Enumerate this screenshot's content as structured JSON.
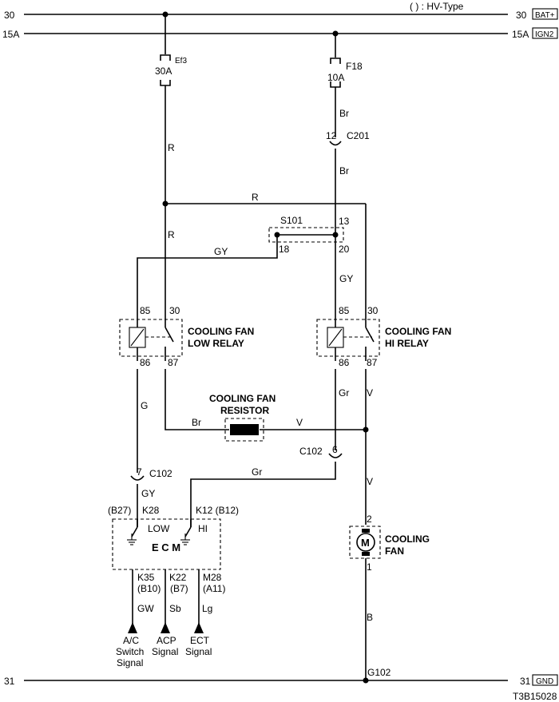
{
  "note": "(   ) : HV-Type",
  "rails": {
    "top": {
      "left": "30",
      "right": "30",
      "tag": "BAT+"
    },
    "ign": {
      "left": "15A",
      "right": "15A",
      "tag": "IGN2"
    },
    "ground": {
      "left": "31",
      "right": "31",
      "tag": "GND"
    }
  },
  "fuses": {
    "ef3": {
      "name": "Ef3",
      "rating": "30A"
    },
    "f18": {
      "name": "F18",
      "rating": "10A"
    }
  },
  "connectors": {
    "c201": {
      "name": "C201",
      "pin": "12"
    },
    "s101": {
      "name": "S101",
      "pins": [
        "13",
        "18",
        "20"
      ]
    },
    "c102_left": {
      "name": "C102",
      "pin": "7"
    },
    "c102_right": {
      "name": "C102",
      "pin": "6"
    },
    "g102": {
      "name": "G102"
    }
  },
  "wires": {
    "br": "Br",
    "r": "R",
    "gy": "GY",
    "g": "G",
    "gr": "Gr",
    "v": "V",
    "gw": "GW",
    "sb": "Sb",
    "lg": "Lg"
  },
  "low_relay": {
    "line1": "COOLING FAN",
    "line2": "LOW RELAY",
    "pins": [
      "85",
      "30",
      "86",
      "87"
    ]
  },
  "hi_relay": {
    "line1": "COOLING FAN",
    "line2": "HI RELAY",
    "pins": [
      "85",
      "30",
      "86",
      "87"
    ]
  },
  "resistor": {
    "line1": "COOLING FAN",
    "line2": "RESISTOR"
  },
  "fan": {
    "line1": "COOLING",
    "line2": "FAN",
    "symbol": "M",
    "pin_top": "2",
    "pin_bottom": "1"
  },
  "ecm": {
    "title": "E C M",
    "low": "LOW",
    "hi": "HI",
    "k28": "K28",
    "b27": "(B27)",
    "k12": "K12 (B12)",
    "pins_bottom": [
      {
        "pin": "K35",
        "alt": "(B10)"
      },
      {
        "pin": "K22",
        "alt": "(B7)"
      },
      {
        "pin": "M28",
        "alt": "(A11)"
      }
    ]
  },
  "signals": {
    "ac": [
      "A/C",
      "Switch",
      "Signal"
    ],
    "acp": [
      "ACP",
      "Signal"
    ],
    "ect": [
      "ECT",
      "Signal"
    ]
  },
  "figure_id": "T3B15028"
}
